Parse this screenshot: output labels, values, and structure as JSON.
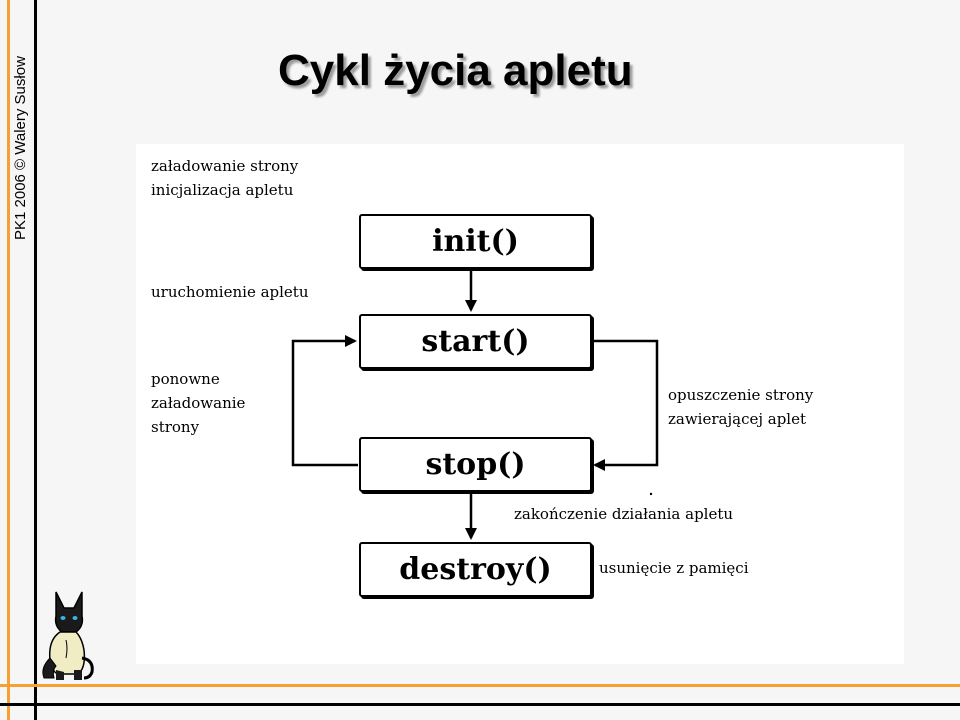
{
  "slide": {
    "side_label": "PK1 2006   © Walery Susłow",
    "title": "Cykl życia apletu"
  },
  "colors": {
    "accent_orange": "#f5a031",
    "rule_black": "#000000",
    "background": "#f6f6f6"
  },
  "diagram": {
    "nodes": {
      "init": "init()",
      "start": "start()",
      "stop": "stop()",
      "destroy": "destroy()"
    },
    "labels": {
      "load_page": "załadowanie strony",
      "init_applet": "inicjalizacja apletu",
      "run_applet": "uruchomienie apletu",
      "reload_1": "ponowne",
      "reload_2": "załadowanie",
      "reload_3": "strony",
      "leave_1": "opuszczenie strony",
      "leave_2": "zawierającej aplet",
      "finish_applet": "zakończenie działania apletu",
      "remove_memory": "usunięcie z pamięci"
    }
  },
  "icons": {
    "mascot": "siamese-cat-icon"
  }
}
